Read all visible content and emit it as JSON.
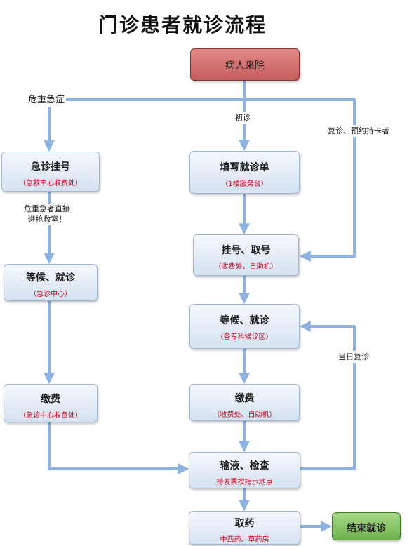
{
  "title": "门诊患者就诊流程",
  "nodes": {
    "arrive": {
      "main": "病人来院"
    },
    "emergency_reg": {
      "main": "急诊挂号",
      "sub": "（急救中心收费处）"
    },
    "emergency_wait": {
      "main": "等候、就诊",
      "sub": "（急诊中心）"
    },
    "emergency_pay": {
      "main": "缴费",
      "sub": "（急诊中心收费处）"
    },
    "fill_form": {
      "main": "填写就诊单",
      "sub": "（1楼服务台）"
    },
    "register": {
      "main": "挂号、取号",
      "sub": "（收费处、自助机）"
    },
    "wait": {
      "main": "等候、就诊",
      "sub": "（各专科候诊区）"
    },
    "pay": {
      "main": "缴费",
      "sub": "（收费处、自助机）"
    },
    "infusion": {
      "main": "输液、检查",
      "sub": "持发票按指示地点"
    },
    "medicine": {
      "main": "取药",
      "sub": "中西药、草药房"
    },
    "end": {
      "main": "结束就诊"
    }
  },
  "labels": {
    "critical": "危重急症",
    "first_visit": "初诊",
    "return_visit": "复诊、预约持卡者",
    "critical_direct_1": "危重急者直接",
    "critical_direct_2": "进抢救室！",
    "same_day_return": "当日复诊"
  },
  "colors": {
    "connector": "#8fb3e0",
    "start_fill": "#c65e5c",
    "end_fill": "#6cb34a",
    "node_fill": "#d5e2f1",
    "sub_text": "#d0021b"
  }
}
